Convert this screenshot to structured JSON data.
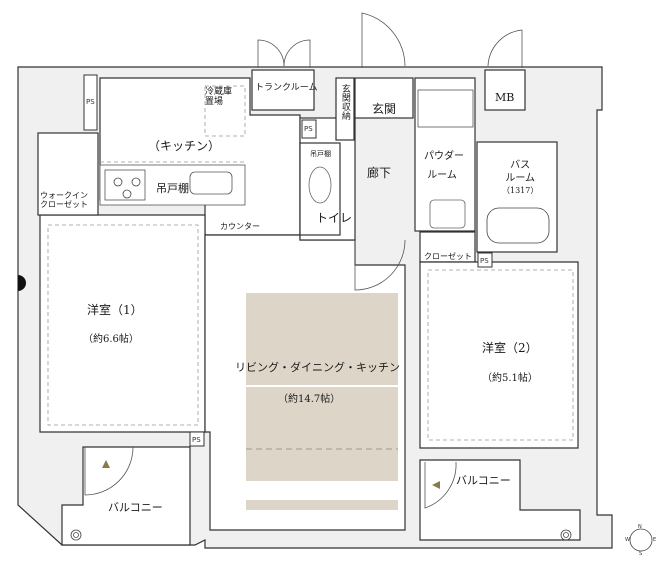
{
  "floorplan": {
    "title": "",
    "rooms": {
      "kitchen": "（キッチン）",
      "fridge_line1": "冷蔵庫",
      "fridge_line2": "置場",
      "trunk_room": "トランクルーム",
      "entrance_storage": "玄関収納",
      "entrance": "玄関",
      "mb": "MB",
      "hanging_cabinet_kitchen": "吊戸棚",
      "hanging_cabinet_toilet": "吊戸棚",
      "walkin_line1": "ウォークイン",
      "walkin_line2": "クローゼット",
      "counter": "カウンター",
      "hallway": "廊下",
      "toilet": "トイレ",
      "powder_line1": "パウダー",
      "powder_line2": "ルーム",
      "bath_line1": "バス",
      "bath_line2": "ルーム",
      "bath_size": "（1317）",
      "closet": "クローゼット",
      "western1_name": "洋室（1）",
      "western1_size": "（約6.6帖）",
      "ldk_name": "リビング・ダイニング・キッチン",
      "ldk_size": "（約14.7帖）",
      "western2_name": "洋室（2）",
      "western2_size": "（約5.1帖）",
      "balcony_left": "バルコニー",
      "balcony_right": "バルコニー"
    },
    "ps_labels": [
      "PS",
      "PS",
      "PS",
      "PS"
    ],
    "compass": {
      "n": "N",
      "e": "E",
      "s": "S",
      "w": "W"
    },
    "colors": {
      "wall": "#f0f0f0",
      "wall_line": "#333333",
      "ldk_floor": "#ddd6c8",
      "marker": "#8a7a4a"
    }
  }
}
